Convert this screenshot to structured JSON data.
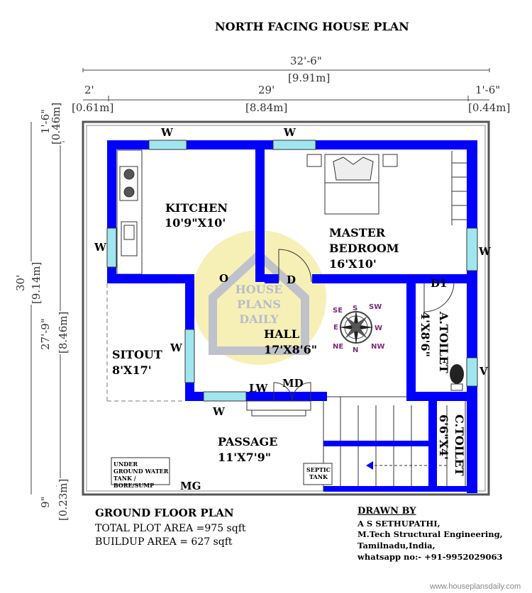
{
  "title": "NORTH FACING HOUSE PLAN",
  "dimensions": {
    "overall_width_ft": "32'-6\"",
    "overall_width_m": "[9.91m]",
    "left_segment_ft": "2'",
    "left_segment_m": "[0.61m]",
    "middle_segment_ft": "29'",
    "middle_segment_m": "[8.84m]",
    "right_segment_ft": "1'-6\"",
    "right_segment_m": "[0.44m]",
    "overall_depth_ft": "30'",
    "overall_depth_m": "[9.14m]",
    "top_segment_ft": "1'-6\"",
    "top_segment_m": "[0.46m]",
    "main_depth_ft": "27'-9\"",
    "main_depth_m": "[8.46m]",
    "bottom_segment_ft": "9\"",
    "bottom_segment_m": "[0.23m]"
  },
  "rooms": {
    "kitchen": {
      "name": "KITCHEN",
      "size": "10'9\"X10'"
    },
    "master_bedroom": {
      "name_1": "MASTER",
      "name_2": "BEDROOM",
      "size": "16'X10'"
    },
    "hall": {
      "name": "HALL",
      "size": "17'X8'6\""
    },
    "sitout": {
      "name": "SITOUT",
      "size": "8'X17'"
    },
    "passage": {
      "name": "PASSAGE",
      "size": "11'X7'9\""
    },
    "attached_toilet": {
      "name": "A.TOILET",
      "size": "4'X8'6\""
    },
    "common_toilet": {
      "name": "C.TOILET",
      "size": "6'6\"X4'"
    }
  },
  "labels": {
    "window": "W",
    "ventilator": "V",
    "opening": "O",
    "door": "D",
    "door_1": "D1",
    "lw": "LW",
    "main_door": "MD",
    "main_gate": "MG"
  },
  "tank_note": "UNDER GROUND WATER TANK / BORE/SUMP",
  "septic_tank": "SEPTIC TANK",
  "watermark": "HOUSE PLANS DAILY",
  "compass": {
    "n": "N",
    "s": "S",
    "e": "E",
    "w": "W",
    "ne": "NE",
    "nw": "NW",
    "se": "SE",
    "sw": "SW"
  },
  "footer": {
    "plan_name": "GROUND FLOOR PLAN",
    "plot_area": "TOTAL PLOT AREA =975 sqft",
    "buildup_area": "BUILDUP AREA =  627 sqft"
  },
  "credits": {
    "heading": "DRAWN BY",
    "name": "A S SETHUPATHI,",
    "qualification": "M.Tech Structural Engineering,",
    "location": "Tamilnadu,India,",
    "contact": "whatsapp no:- +91-9952029063"
  },
  "website": "www.houseplansdaily.com",
  "colors": {
    "wall": "#0000ff",
    "window": "#9fe6ef",
    "watermark": "#f6efb0"
  }
}
